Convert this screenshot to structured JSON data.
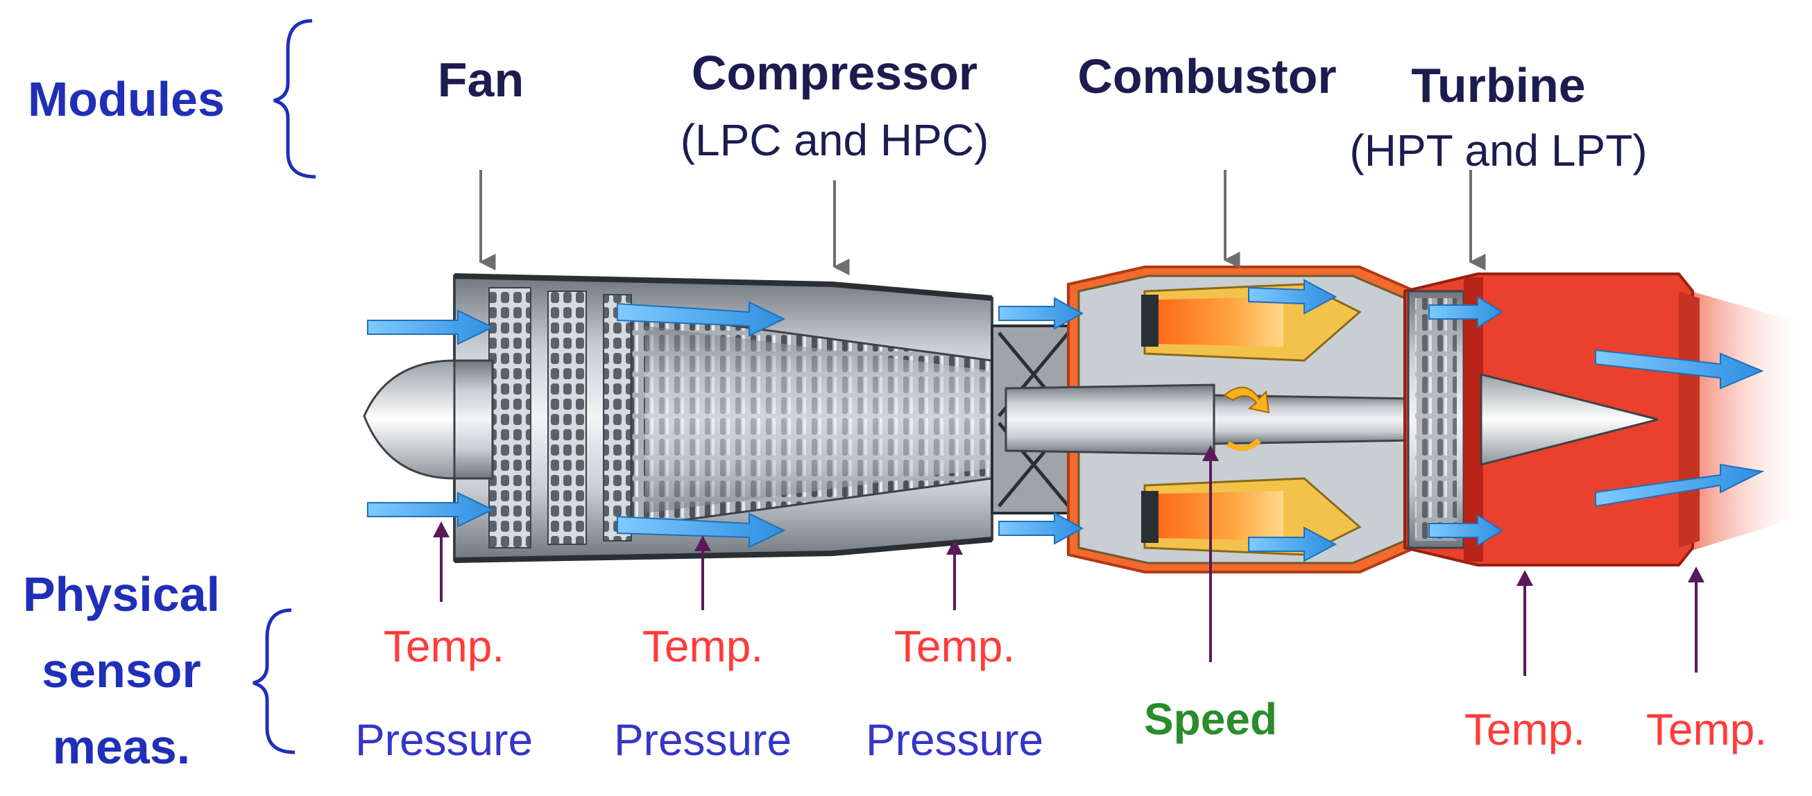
{
  "sections": {
    "modules_label": "Modules",
    "sensors_label_lines": [
      "Physical",
      "sensor",
      "meas."
    ]
  },
  "modules": [
    {
      "name": "Fan",
      "detail": ""
    },
    {
      "name": "Compressor",
      "detail": "(LPC and HPC)"
    },
    {
      "name": "Combustor",
      "detail": ""
    },
    {
      "name": "Turbine",
      "detail": "(HPT and LPT)"
    }
  ],
  "sensors": [
    {
      "lines": [
        "Temp.",
        "Pressure"
      ]
    },
    {
      "lines": [
        "Temp.",
        "Pressure"
      ]
    },
    {
      "lines": [
        "Temp.",
        "Pressure"
      ]
    },
    {
      "lines": [
        "Speed"
      ]
    },
    {
      "lines": [
        "Temp."
      ]
    },
    {
      "lines": [
        "Temp."
      ]
    }
  ],
  "colors": {
    "section_label": "#1f2fb8",
    "module_label": "#1c1c50",
    "temperature": "#ff3b3b",
    "pressure": "#3535c8",
    "speed": "#2a8c2a",
    "module_arrow": "#6e6e6e",
    "sensor_arrow": "#5a1a5a",
    "flow_arrow": "#3fa9f5",
    "hot_section": "#e8412e",
    "metal": "#b9bec4"
  }
}
